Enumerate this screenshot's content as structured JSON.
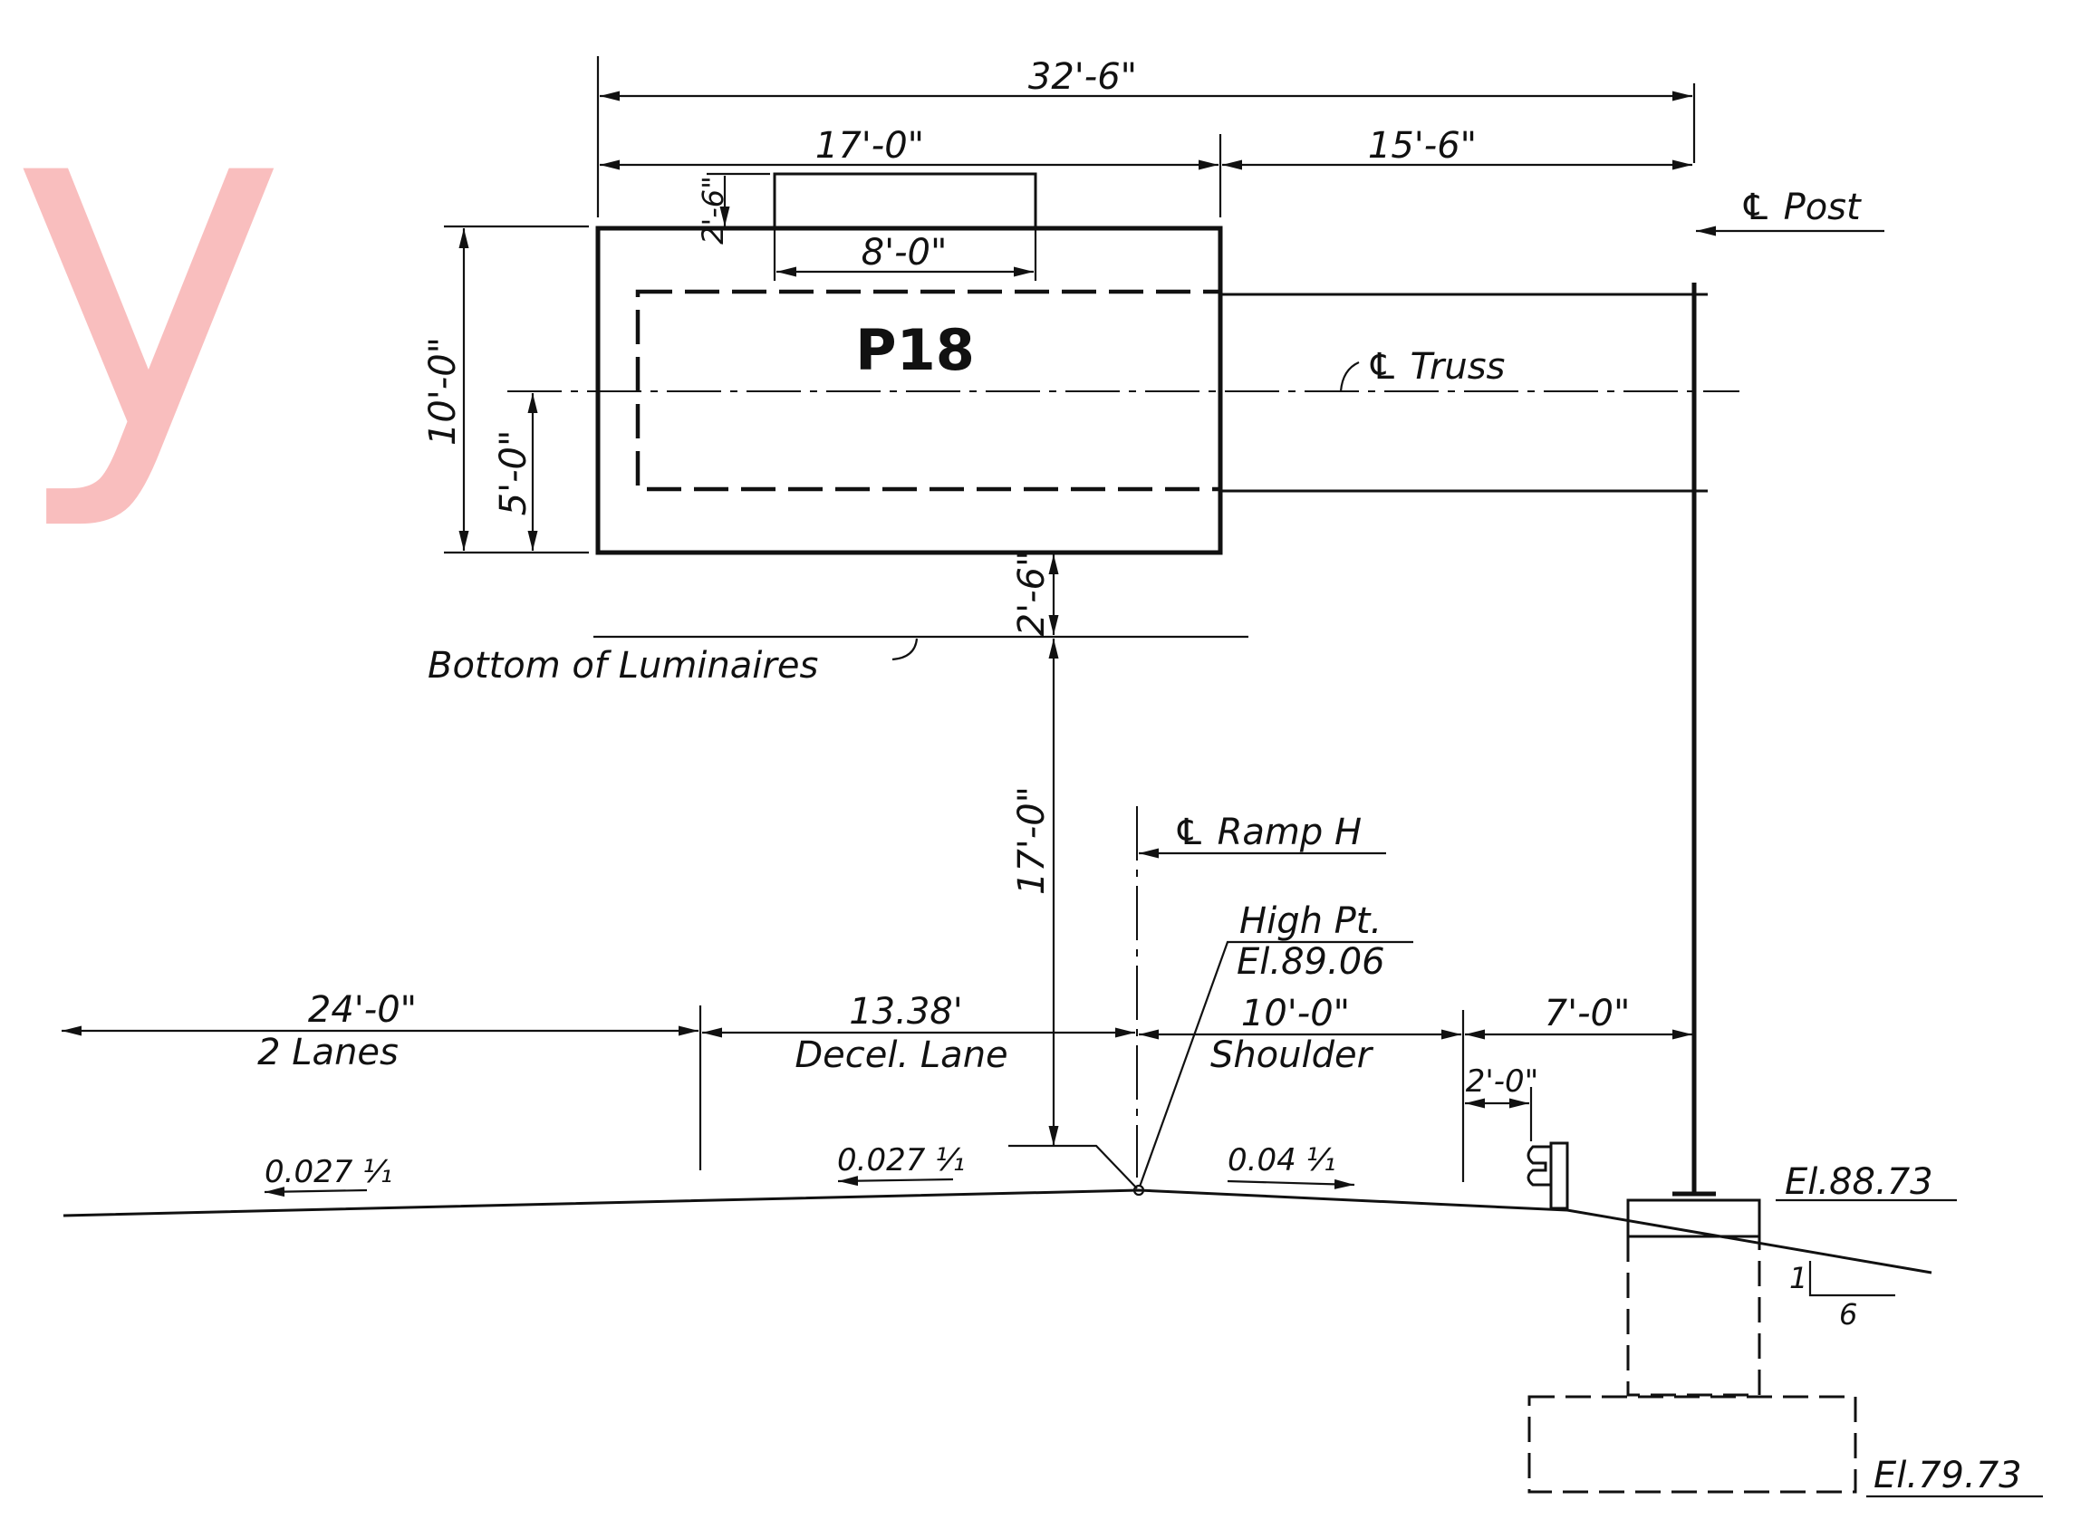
{
  "watermark": "y",
  "sign": {
    "panel_id": "P18"
  },
  "dimensions": {
    "overall_span": "32'-6\"",
    "sign_width": "17'-0\"",
    "post_offset": "15'-6\"",
    "luminaire_height": "2'-6\"",
    "luminaire_width": "8'-0\"",
    "sign_height": "10'-0\"",
    "half_sign_height": "5'-0\"",
    "bottom_clearance": "2'-6\"",
    "vertical_clearance": "17'-0\"",
    "lanes_width": "24'-0\"",
    "decel_width": "13.38'",
    "shoulder_width": "10'-0\"",
    "post_dist": "7'-0\"",
    "rail_dist": "2'-0\""
  },
  "labels": {
    "post_cl": "℄ Post",
    "truss_cl": "℄ Truss",
    "bottom_luminaires": "Bottom of Luminaires",
    "ramp_cl": "℄ Ramp H",
    "high_pt": "High Pt.",
    "high_pt_elev": "El.89.06",
    "lanes": "2 Lanes",
    "decel": "Decel. Lane",
    "shoulder": "Shoulder",
    "slope_lanes": "0.027 ¹⁄₁",
    "slope_decel": "0.027 ¹⁄₁",
    "slope_shoulder": "0.04 ¹⁄₁",
    "elev_top_footing": "El.88.73",
    "elev_bottom_footing": "El.79.73",
    "side_slope_rise": "1",
    "side_slope_run": "6"
  }
}
